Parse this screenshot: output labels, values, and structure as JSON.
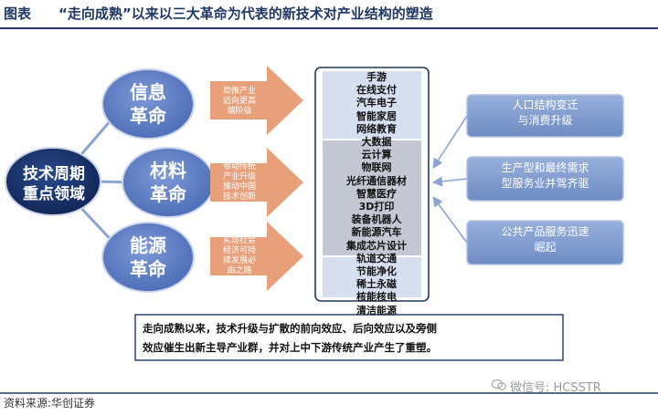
{
  "header": {
    "title": "图表　　“走向成熟”以来以三大革命为代表的新技术对产业结构的塑造"
  },
  "core": {
    "line1": "技术周期",
    "line2": "重点领域"
  },
  "revolutions": [
    {
      "line1": "信息",
      "line2": "革命",
      "arrow": [
        "助推产业",
        "迈向更高",
        "端阶级"
      ]
    },
    {
      "line1": "材料",
      "line2": "革命",
      "arrow": [
        "带动传统",
        "产业升级",
        "推动中国",
        "技术创新"
      ]
    },
    {
      "line1": "能源",
      "line2": "革命",
      "arrow": [
        "实现社会",
        "经济可持",
        "续发展必",
        "由之路"
      ]
    }
  ],
  "industries": {
    "group1": [
      "手游",
      "在线支付",
      "汽车电子",
      "智能家居",
      "网络教育",
      "大数据"
    ],
    "group2": [
      "云计算",
      "物联网",
      "光纤通信器材",
      "智慧医疗",
      "3D打印",
      "装备机器人",
      "新能源汽车",
      "集成芯片设计",
      "轨道交通",
      "节能净化"
    ],
    "group3": [
      "稀土永磁",
      "核能核电",
      "清洁能源"
    ]
  },
  "drivers": [
    {
      "line1": "人口结构变迁",
      "line2": "与消费升级"
    },
    {
      "line1": "生产型和最终需求",
      "line2": "型服务业并驾齐驱"
    },
    {
      "line1": "公共产品服务迅速",
      "line2": "崛起"
    }
  ],
  "summary": {
    "line1": "走向成熟以来，技术升级与扩散的前向效应、后向效应以及旁侧",
    "line2": "效应催生出新主导产业群，并对上中下游传统产业产生了重塑。"
  },
  "watermark": "微信号: HCSSTR",
  "source": "资料来源:华创证券",
  "colors": {
    "navy": "#142c60",
    "blue": "#5b7bc4",
    "arrow": "#e7a07a",
    "listFill": "#d6dff0",
    "rightBox": "#7f9acb"
  }
}
